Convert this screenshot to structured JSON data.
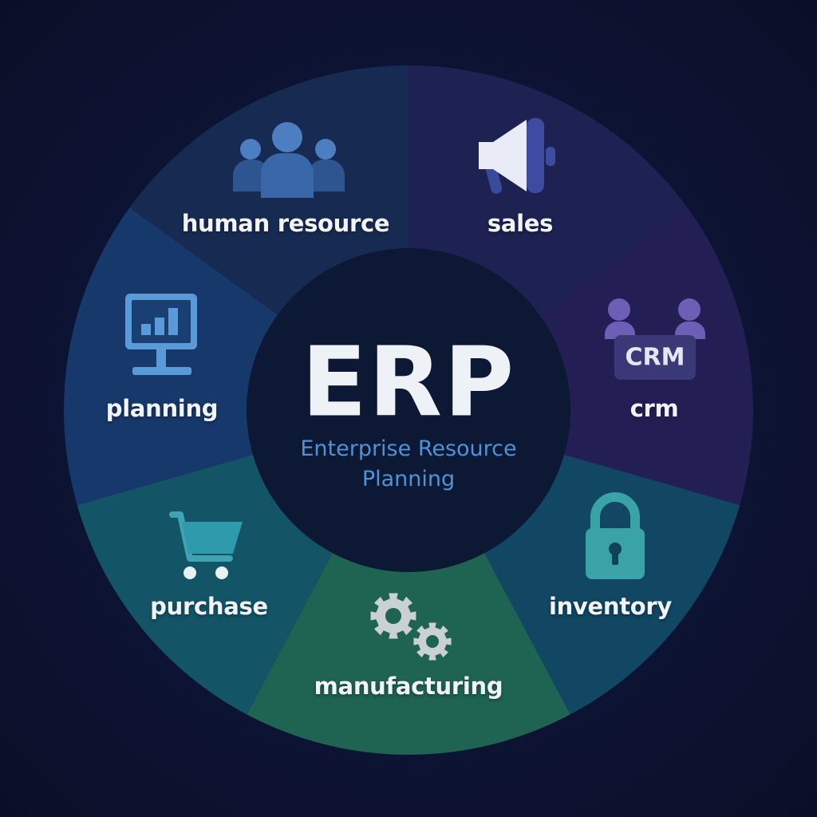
{
  "center": {
    "title": "ERP",
    "subtitle": "Enterprise Resource Planning"
  },
  "segments": [
    {
      "label": "sales",
      "icon": "megaphone-icon",
      "color": "#1d2252"
    },
    {
      "label": "crm",
      "icon": "crm-people-icon",
      "icon_text": "CRM",
      "color": "#231f55"
    },
    {
      "label": "inventory",
      "icon": "padlock-icon",
      "color": "#114763"
    },
    {
      "label": "manufacturing",
      "icon": "gears-icon",
      "color": "#1f6352"
    },
    {
      "label": "purchase",
      "icon": "shopping-cart-icon",
      "color": "#135567"
    },
    {
      "label": "planning",
      "icon": "monitor-chart-icon",
      "color": "#16386a"
    },
    {
      "label": "human resource",
      "icon": "people-group-icon",
      "color": "#172b52"
    }
  ],
  "colors": {
    "background": "#0d1430",
    "inner_circle": "#0c1834",
    "title": "#eef1f5",
    "subtitle": "#4f92d6"
  }
}
